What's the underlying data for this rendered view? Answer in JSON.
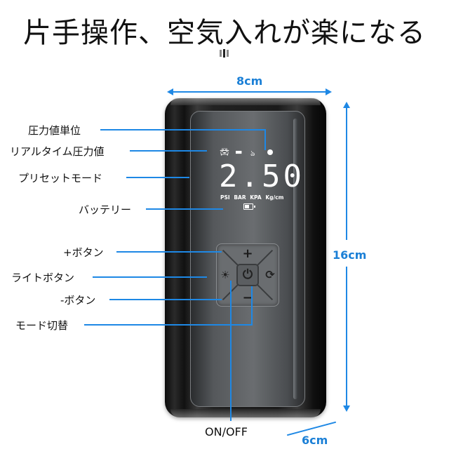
{
  "title": "片手操作、空気入れが楽になる",
  "dimensions": {
    "width": "8cm",
    "height": "16cm",
    "depth": "6cm"
  },
  "display": {
    "vehicle_icons": [
      "car-icon",
      "motorcycle-icon",
      "bicycle-icon",
      "dot-indicator"
    ],
    "pressure_value": "2.50",
    "units": [
      "PSI",
      "BAR",
      "KPA",
      "Kg/cm"
    ],
    "battery_icon": "battery-icon"
  },
  "keypad": {
    "plus": "+",
    "minus": "−",
    "power": "⏻",
    "light": "☀",
    "mode": "⟳"
  },
  "labels": {
    "unit": "圧力値単位",
    "realtime": "リアルタイム圧力値",
    "preset": "プリセットモード",
    "battery": "バッテリー",
    "plus_button": "+ボタン",
    "light_button": "ライトボタン",
    "minus_button": "-ボタン",
    "mode_switch": "モード切替",
    "on_off": "ON/OFF"
  },
  "colors": {
    "accent": "#1e88e5",
    "dim_text": "#1a7fd6",
    "device": "#1a1a1a"
  }
}
